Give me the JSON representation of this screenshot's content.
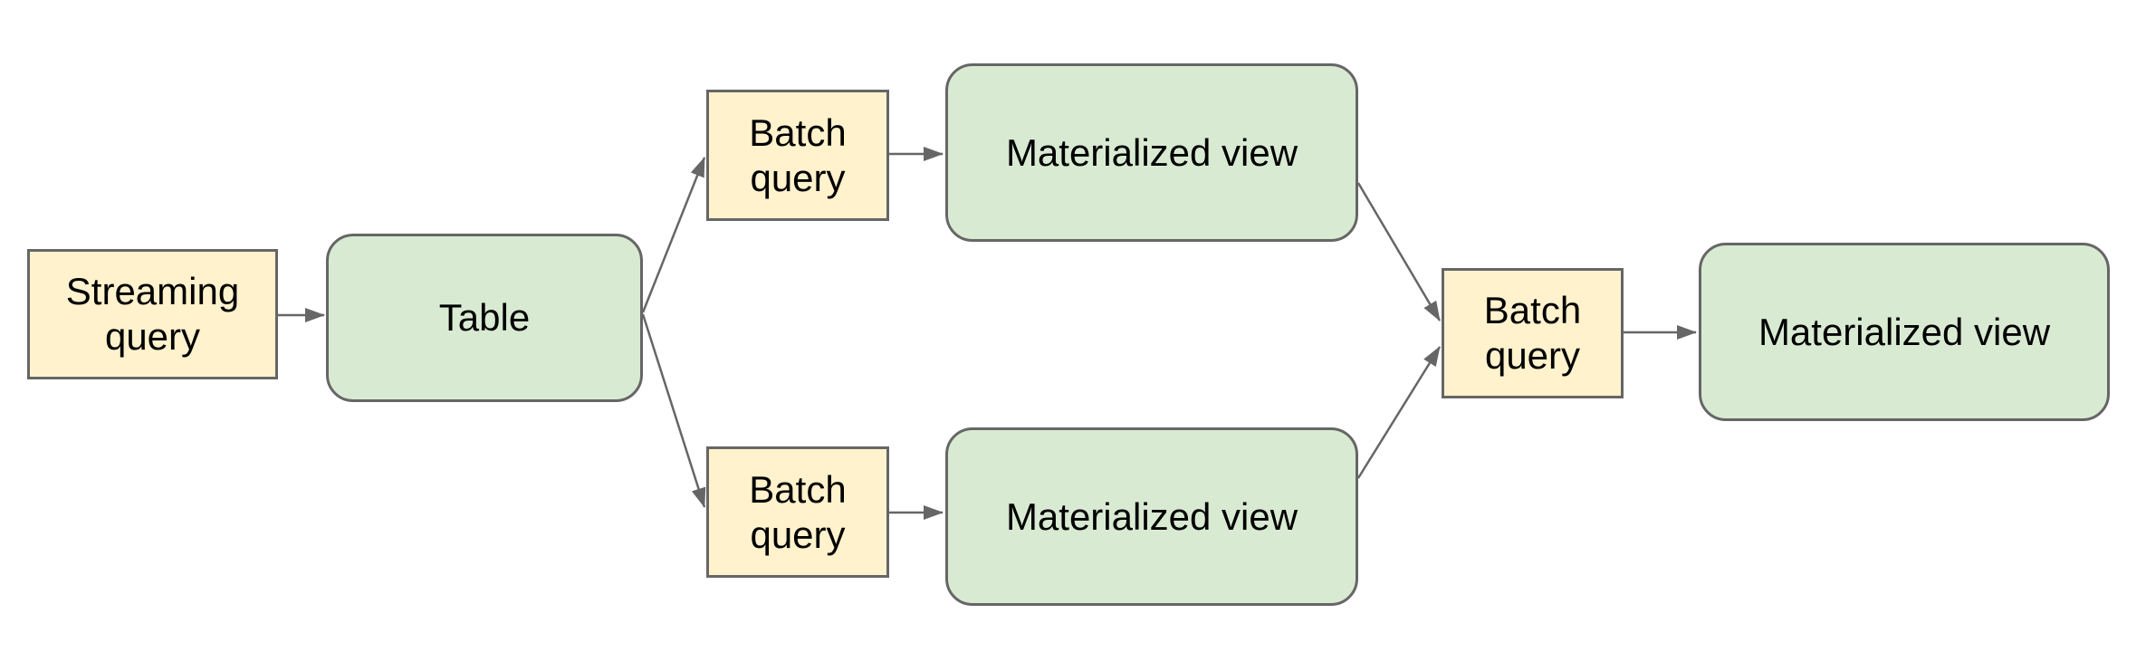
{
  "diagram": {
    "background": "#ffffff",
    "colors": {
      "canvas-bg": "#ffffff",
      "query-fill": "#fff2cc",
      "data-fill": "#d9ead3",
      "node-border": "#666666",
      "arrow-color": "#666666",
      "text-color": "#000000"
    },
    "nodes": [
      {
        "id": "streaming-query",
        "label": "Streaming query",
        "kind": "query"
      },
      {
        "id": "table",
        "label": "Table",
        "kind": "data"
      },
      {
        "id": "batch-query-top",
        "label": "Batch query",
        "kind": "query"
      },
      {
        "id": "materialized-view-top",
        "label": "Materialized view",
        "kind": "data"
      },
      {
        "id": "batch-query-bottom",
        "label": "Batch query",
        "kind": "query"
      },
      {
        "id": "materialized-view-bottom",
        "label": "Materialized view",
        "kind": "data"
      },
      {
        "id": "batch-query-final",
        "label": "Batch query",
        "kind": "query"
      },
      {
        "id": "materialized-view-final",
        "label": "Materialized view",
        "kind": "data"
      }
    ],
    "edges": [
      {
        "from": "streaming-query",
        "to": "table"
      },
      {
        "from": "table",
        "to": "batch-query-top"
      },
      {
        "from": "table",
        "to": "batch-query-bottom"
      },
      {
        "from": "batch-query-top",
        "to": "materialized-view-top"
      },
      {
        "from": "batch-query-bottom",
        "to": "materialized-view-bottom"
      },
      {
        "from": "materialized-view-top",
        "to": "batch-query-final"
      },
      {
        "from": "materialized-view-bottom",
        "to": "batch-query-final"
      },
      {
        "from": "batch-query-final",
        "to": "materialized-view-final"
      }
    ]
  }
}
